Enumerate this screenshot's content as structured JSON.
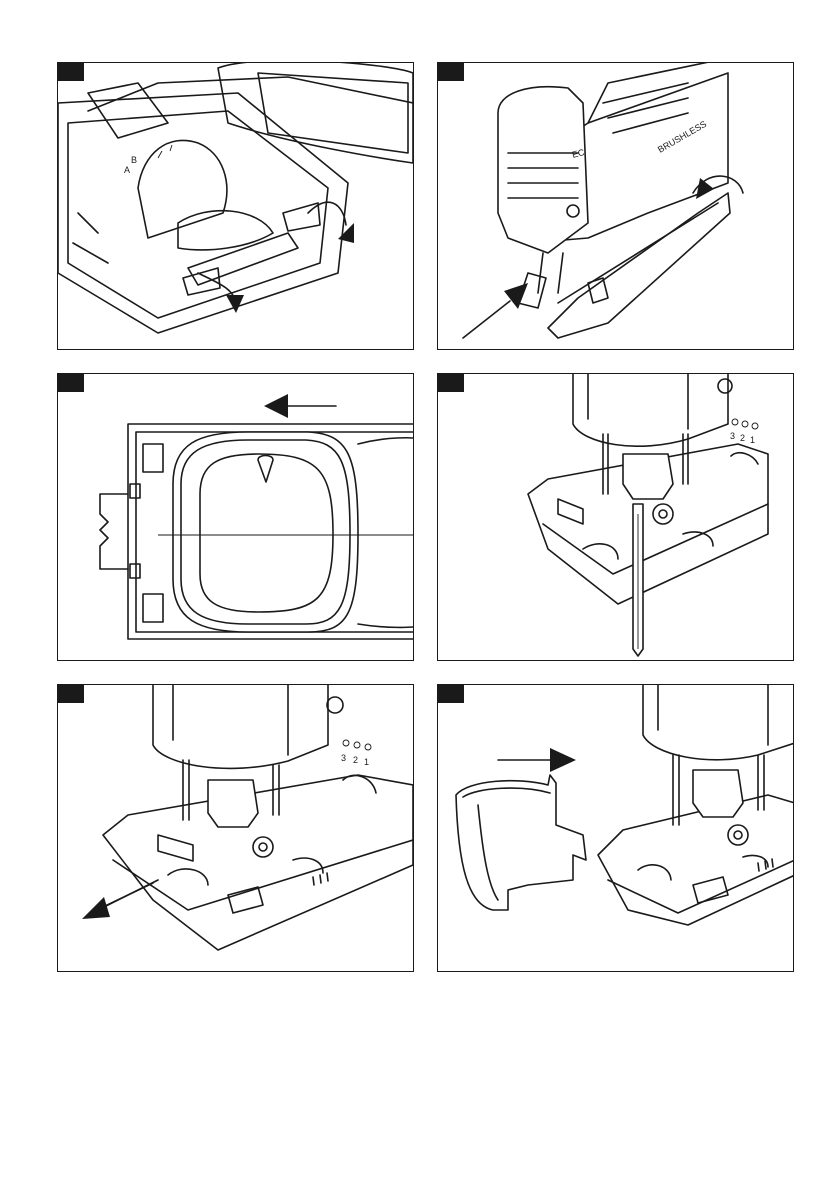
{
  "figures": [
    {
      "id": "fig-1",
      "labels": [
        "A",
        "B"
      ]
    },
    {
      "id": "fig-2",
      "labels": [
        "EC",
        "BRUSHLESS"
      ]
    },
    {
      "id": "fig-3",
      "labels": []
    },
    {
      "id": "fig-4",
      "labels": [
        "3",
        "2",
        "1"
      ]
    },
    {
      "id": "fig-5",
      "labels": [
        "3",
        "2",
        "1"
      ]
    },
    {
      "id": "fig-6",
      "labels": []
    }
  ]
}
